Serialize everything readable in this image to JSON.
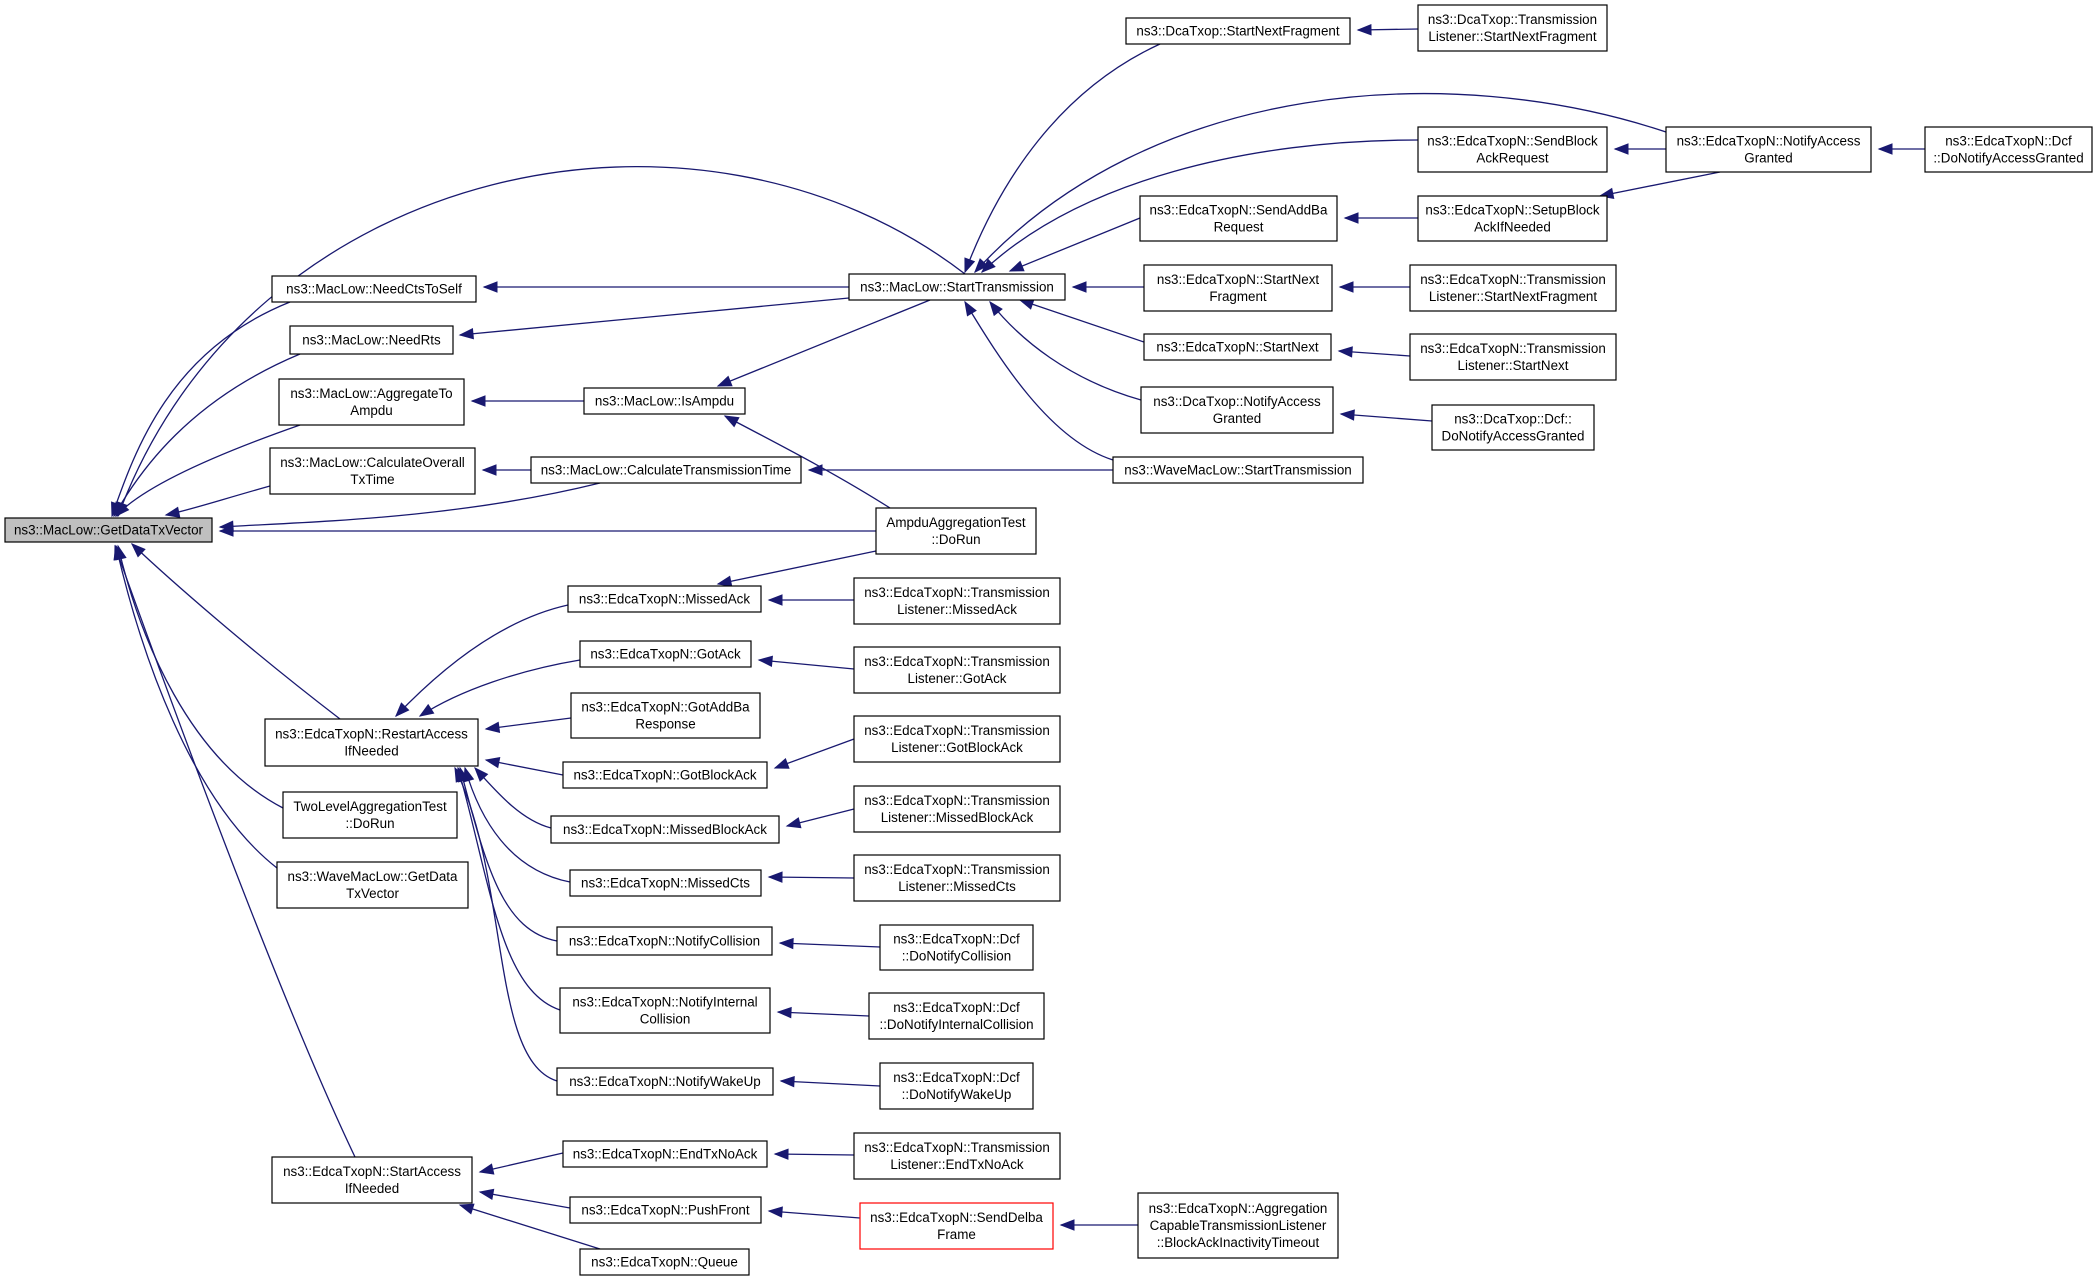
{
  "graph": {
    "nodes": [
      {
        "id": "root",
        "lines": [
          "ns3::MacLow::GetDataTxVector"
        ]
      },
      {
        "id": "needCts",
        "lines": [
          "ns3::MacLow::NeedCtsToSelf"
        ]
      },
      {
        "id": "needRts",
        "lines": [
          "ns3::MacLow::NeedRts"
        ]
      },
      {
        "id": "aggToAmpdu",
        "lines": [
          "ns3::MacLow::AggregateTo",
          "Ampdu"
        ]
      },
      {
        "id": "calcOverall",
        "lines": [
          "ns3::MacLow::CalculateOverall",
          "TxTime"
        ]
      },
      {
        "id": "restartAccess",
        "lines": [
          "ns3::EdcaTxopN::RestartAccess",
          "IfNeeded"
        ]
      },
      {
        "id": "twoLevel",
        "lines": [
          "TwoLevelAggregationTest",
          "::DoRun"
        ]
      },
      {
        "id": "waveGetData",
        "lines": [
          "ns3::WaveMacLow::GetData",
          "TxVector"
        ]
      },
      {
        "id": "startAccess",
        "lines": [
          "ns3::EdcaTxopN::StartAccess",
          "IfNeeded"
        ]
      },
      {
        "id": "isAmpdu",
        "lines": [
          "ns3::MacLow::IsAmpdu"
        ]
      },
      {
        "id": "calcTrans",
        "lines": [
          "ns3::MacLow::CalculateTransmissionTime"
        ]
      },
      {
        "id": "missedAck",
        "lines": [
          "ns3::EdcaTxopN::MissedAck"
        ]
      },
      {
        "id": "gotAck",
        "lines": [
          "ns3::EdcaTxopN::GotAck"
        ]
      },
      {
        "id": "gotAddBa",
        "lines": [
          "ns3::EdcaTxopN::GotAddBa",
          "Response"
        ]
      },
      {
        "id": "gotBlockAck",
        "lines": [
          "ns3::EdcaTxopN::GotBlockAck"
        ]
      },
      {
        "id": "missedBlockAck",
        "lines": [
          "ns3::EdcaTxopN::MissedBlockAck"
        ]
      },
      {
        "id": "missedCts",
        "lines": [
          "ns3::EdcaTxopN::MissedCts"
        ]
      },
      {
        "id": "notifyCollision",
        "lines": [
          "ns3::EdcaTxopN::NotifyCollision"
        ]
      },
      {
        "id": "notifyInternal",
        "lines": [
          "ns3::EdcaTxopN::NotifyInternal",
          "Collision"
        ]
      },
      {
        "id": "notifyWakeUp",
        "lines": [
          "ns3::EdcaTxopN::NotifyWakeUp"
        ]
      },
      {
        "id": "endTxNoAck",
        "lines": [
          "ns3::EdcaTxopN::EndTxNoAck"
        ]
      },
      {
        "id": "pushFront",
        "lines": [
          "ns3::EdcaTxopN::PushFront"
        ]
      },
      {
        "id": "queue",
        "lines": [
          "ns3::EdcaTxopN::Queue"
        ]
      },
      {
        "id": "startTrans",
        "lines": [
          "ns3::MacLow::StartTransmission"
        ]
      },
      {
        "id": "ampduTest",
        "lines": [
          "AmpduAggregationTest",
          "::DoRun"
        ]
      },
      {
        "id": "tlMissedAck",
        "lines": [
          "ns3::EdcaTxopN::Transmission",
          "Listener::MissedAck"
        ]
      },
      {
        "id": "tlGotAck",
        "lines": [
          "ns3::EdcaTxopN::Transmission",
          "Listener::GotAck"
        ]
      },
      {
        "id": "tlGotBlockAck",
        "lines": [
          "ns3::EdcaTxopN::Transmission",
          "Listener::GotBlockAck"
        ]
      },
      {
        "id": "tlMissedBlockAck",
        "lines": [
          "ns3::EdcaTxopN::Transmission",
          "Listener::MissedBlockAck"
        ]
      },
      {
        "id": "tlMissedCts",
        "lines": [
          "ns3::EdcaTxopN::Transmission",
          "Listener::MissedCts"
        ]
      },
      {
        "id": "dcfCollision",
        "lines": [
          "ns3::EdcaTxopN::Dcf",
          "::DoNotifyCollision"
        ]
      },
      {
        "id": "dcfInternal",
        "lines": [
          "ns3::EdcaTxopN::Dcf",
          "::DoNotifyInternalCollision"
        ]
      },
      {
        "id": "dcfWakeUp",
        "lines": [
          "ns3::EdcaTxopN::Dcf",
          "::DoNotifyWakeUp"
        ]
      },
      {
        "id": "tlEndTxNoAck",
        "lines": [
          "ns3::EdcaTxopN::Transmission",
          "Listener::EndTxNoAck"
        ]
      },
      {
        "id": "sendDelba",
        "lines": [
          "ns3::EdcaTxopN::SendDelba",
          "Frame"
        ],
        "style": "red"
      },
      {
        "id": "aggCapable",
        "lines": [
          "ns3::EdcaTxopN::Aggregation",
          "CapableTransmissionListener",
          "::BlockAckInactivityTimeout"
        ]
      },
      {
        "id": "dcaStartNextFrag",
        "lines": [
          "ns3::DcaTxop::StartNextFragment"
        ]
      },
      {
        "id": "sendBlockAckReq",
        "lines": [
          "ns3::EdcaTxopN::SendBlock",
          "AckRequest"
        ]
      },
      {
        "id": "sendAddBa",
        "lines": [
          "ns3::EdcaTxopN::SendAddBa",
          "Request"
        ]
      },
      {
        "id": "edcaStartNextFrag",
        "lines": [
          "ns3::EdcaTxopN::StartNext",
          "Fragment"
        ]
      },
      {
        "id": "edcaStartNext",
        "lines": [
          "ns3::EdcaTxopN::StartNext"
        ]
      },
      {
        "id": "dcaNotifyAccess",
        "lines": [
          "ns3::DcaTxop::NotifyAccess",
          "Granted"
        ]
      },
      {
        "id": "waveStartTrans",
        "lines": [
          "ns3::WaveMacLow::StartTransmission"
        ]
      },
      {
        "id": "dcaTlStartNextFrag",
        "lines": [
          "ns3::DcaTxop::Transmission",
          "Listener::StartNextFragment"
        ]
      },
      {
        "id": "edcaNotifyAccess",
        "lines": [
          "ns3::EdcaTxopN::NotifyAccess",
          "Granted"
        ]
      },
      {
        "id": "setupBlockAck",
        "lines": [
          "ns3::EdcaTxopN::SetupBlock",
          "AckIfNeeded"
        ]
      },
      {
        "id": "tlStartNextFrag",
        "lines": [
          "ns3::EdcaTxopN::Transmission",
          "Listener::StartNextFragment"
        ]
      },
      {
        "id": "tlStartNext",
        "lines": [
          "ns3::EdcaTxopN::Transmission",
          "Listener::StartNext"
        ]
      },
      {
        "id": "dcaDcfAccess",
        "lines": [
          "ns3::DcaTxop::Dcf::",
          "DoNotifyAccessGranted"
        ]
      },
      {
        "id": "edcaDcfAccess",
        "lines": [
          "ns3::EdcaTxopN::Dcf",
          "::DoNotifyAccessGranted"
        ]
      }
    ],
    "edges": [
      {
        "from": "needCts",
        "to": "root"
      },
      {
        "from": "needRts",
        "to": "root"
      },
      {
        "from": "aggToAmpdu",
        "to": "root"
      },
      {
        "from": "calcOverall",
        "to": "root"
      },
      {
        "from": "restartAccess",
        "to": "root"
      },
      {
        "from": "twoLevel",
        "to": "root"
      },
      {
        "from": "waveGetData",
        "to": "root"
      },
      {
        "from": "startAccess",
        "to": "root"
      },
      {
        "from": "startTrans",
        "to": "root"
      },
      {
        "from": "calcTrans",
        "to": "root"
      },
      {
        "from": "ampduTest",
        "to": "root"
      },
      {
        "from": "startTrans",
        "to": "needCts"
      },
      {
        "from": "startTrans",
        "to": "needRts"
      },
      {
        "from": "isAmpdu",
        "to": "aggToAmpdu"
      },
      {
        "from": "calcTrans",
        "to": "calcOverall"
      },
      {
        "from": "startTrans",
        "to": "isAmpdu"
      },
      {
        "from": "ampduTest",
        "to": "isAmpdu"
      },
      {
        "from": "waveStartTrans",
        "to": "calcTrans"
      },
      {
        "from": "missedAck",
        "to": "restartAccess"
      },
      {
        "from": "gotAck",
        "to": "restartAccess"
      },
      {
        "from": "gotAddBa",
        "to": "restartAccess"
      },
      {
        "from": "gotBlockAck",
        "to": "restartAccess"
      },
      {
        "from": "missedBlockAck",
        "to": "restartAccess"
      },
      {
        "from": "missedCts",
        "to": "restartAccess"
      },
      {
        "from": "notifyCollision",
        "to": "restartAccess"
      },
      {
        "from": "notifyInternal",
        "to": "restartAccess"
      },
      {
        "from": "notifyWakeUp",
        "to": "restartAccess"
      },
      {
        "from": "endTxNoAck",
        "to": "startAccess"
      },
      {
        "from": "pushFront",
        "to": "startAccess"
      },
      {
        "from": "queue",
        "to": "startAccess"
      },
      {
        "from": "ampduTest",
        "to": "missedAck"
      },
      {
        "from": "tlMissedAck",
        "to": "missedAck"
      },
      {
        "from": "tlGotAck",
        "to": "gotAck"
      },
      {
        "from": "tlGotBlockAck",
        "to": "gotBlockAck"
      },
      {
        "from": "tlMissedBlockAck",
        "to": "missedBlockAck"
      },
      {
        "from": "tlMissedCts",
        "to": "missedCts"
      },
      {
        "from": "dcfCollision",
        "to": "notifyCollision"
      },
      {
        "from": "dcfInternal",
        "to": "notifyInternal"
      },
      {
        "from": "dcfWakeUp",
        "to": "notifyWakeUp"
      },
      {
        "from": "tlEndTxNoAck",
        "to": "endTxNoAck"
      },
      {
        "from": "sendDelba",
        "to": "pushFront"
      },
      {
        "from": "aggCapable",
        "to": "sendDelba"
      },
      {
        "from": "dcaStartNextFrag",
        "to": "startTrans"
      },
      {
        "from": "sendBlockAckReq",
        "to": "startTrans"
      },
      {
        "from": "sendAddBa",
        "to": "startTrans"
      },
      {
        "from": "edcaStartNextFrag",
        "to": "startTrans"
      },
      {
        "from": "edcaStartNext",
        "to": "startTrans"
      },
      {
        "from": "dcaNotifyAccess",
        "to": "startTrans"
      },
      {
        "from": "waveStartTrans",
        "to": "startTrans"
      },
      {
        "from": "edcaNotifyAccess",
        "to": "startTrans"
      },
      {
        "from": "dcaTlStartNextFrag",
        "to": "dcaStartNextFrag"
      },
      {
        "from": "edcaNotifyAccess",
        "to": "sendBlockAckReq"
      },
      {
        "from": "setupBlockAck",
        "to": "sendAddBa"
      },
      {
        "from": "edcaNotifyAccess",
        "to": "setupBlockAck"
      },
      {
        "from": "tlStartNextFrag",
        "to": "edcaStartNextFrag"
      },
      {
        "from": "tlStartNext",
        "to": "edcaStartNext"
      },
      {
        "from": "dcaDcfAccess",
        "to": "dcaNotifyAccess"
      },
      {
        "from": "edcaDcfAccess",
        "to": "edcaNotifyAccess"
      }
    ],
    "colors": {
      "edge": "#191970",
      "node_border": "#000000",
      "root_fill": "#bfbfbf",
      "highlight_border": "#ff0000"
    }
  }
}
